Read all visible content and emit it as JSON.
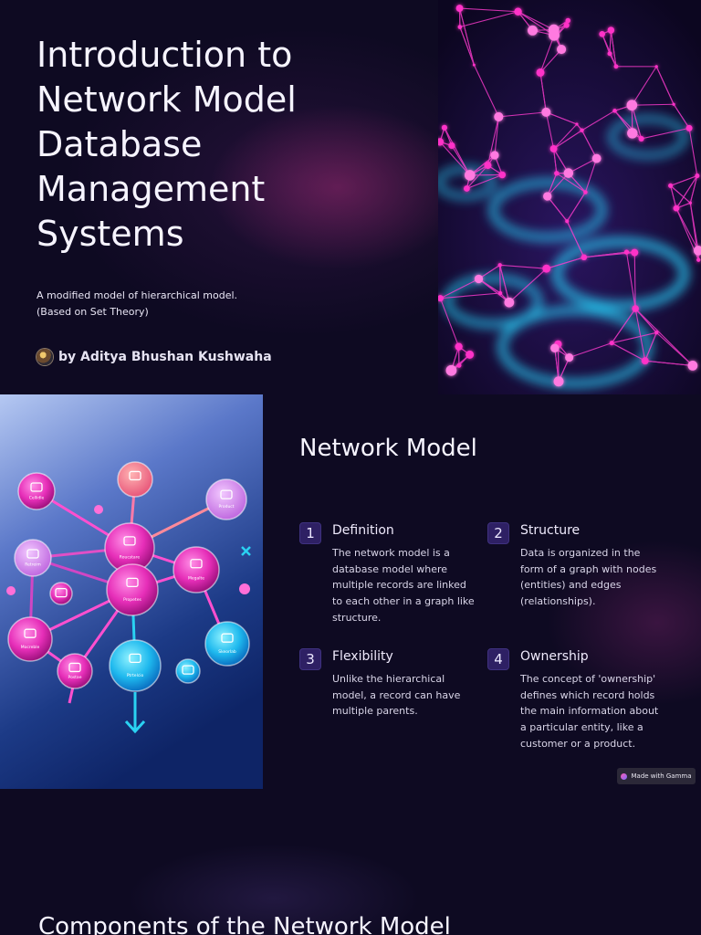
{
  "slide1": {
    "title_lines": [
      "Introduction to",
      "Network Model",
      "Database",
      "Management",
      "Systems"
    ],
    "subtitle_lines": [
      "A modified model of hierarchical model.",
      "(Based on Set Theory)"
    ],
    "author": "by Aditya Bhushan Kushwaha"
  },
  "slide2": {
    "title": "Network Model",
    "items": [
      {
        "num": "1",
        "title": "Definition",
        "desc": "The network model is a database model where multiple records are linked to each other in a graph like structure."
      },
      {
        "num": "2",
        "title": "Structure",
        "desc": "Data is organized in the form of a graph with nodes (entities) and edges (relationships)."
      },
      {
        "num": "3",
        "title": "Flexibility",
        "desc": "Unlike the hierarchical model, a record can have multiple parents."
      },
      {
        "num": "4",
        "title": "Ownership",
        "desc": "The concept of 'ownership' defines which record holds the main information about a particular entity, like a customer or a product."
      }
    ],
    "badge": "Made with Gamma"
  },
  "slide3": {
    "title": "Components of the Network Model"
  },
  "diagram_labels": [
    "Cellidle",
    "Product",
    "Retreim",
    "Roucstare",
    "Megalte",
    "Propetes",
    "Mocreble",
    "Postae",
    "Ptrtelcio",
    "Skeorlab"
  ],
  "colors": {
    "background": "#0e0a22",
    "accent_magenta": "#ff2fc6",
    "accent_cyan": "#25d4f5",
    "number_box": "#2e2064"
  }
}
